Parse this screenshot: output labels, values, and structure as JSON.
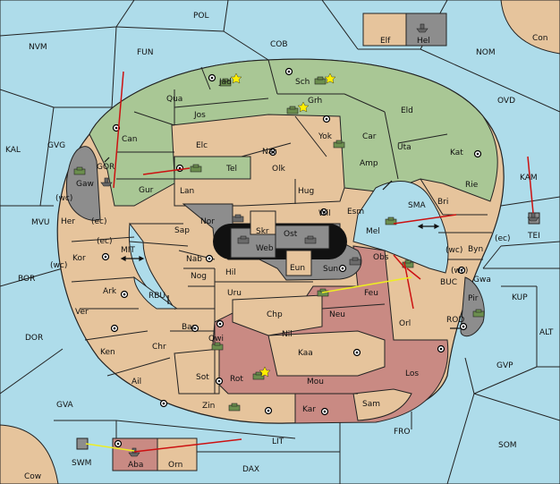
{
  "colors": {
    "sea": "#aedcea",
    "neutral": "#e6c49c",
    "green_power": "#a9c795",
    "red_power": "#c98a83",
    "gray_power": "#8d8d8d",
    "black": "#111111",
    "move_order": "#cc1111",
    "support_order": "#eeee22"
  },
  "unit_icons": {
    "army": "tank-icon",
    "fleet": "ship-icon",
    "dislodged": "star-icon"
  },
  "provinces": {
    "POL": "POL",
    "NVM": "NVM",
    "FUN": "FUN",
    "COB": "COB",
    "NOM": "NOM",
    "Con": "Con",
    "OVD": "OVD",
    "KAL": "KAL",
    "GVG": "GVG",
    "KAM": "KAM",
    "MVU": "MVU",
    "BOR": "BOR",
    "DOR": "DOR",
    "GVA": "GVA",
    "LIT": "LIT",
    "FRO": "FRO",
    "SOM": "SOM",
    "GVP": "GVP",
    "ALT": "ALT",
    "KUP": "KUP",
    "TEI": "TEI",
    "SWM": "SWM",
    "Cow": "Cow",
    "DAX": "DAX",
    "Elf": "Elf",
    "Hel": "Hel",
    "Jad": "Jad",
    "Sch": "Sch",
    "Qua": "Qua",
    "Jos": "Jos",
    "Grh": "Grh",
    "Eld": "Eld",
    "Can": "Can",
    "Elc": "Elc",
    "Nar": "Nar",
    "Yok": "Yok",
    "Car": "Car",
    "Uta": "Uta",
    "Kat": "Kat",
    "Amp": "Amp",
    "Olk": "Olk",
    "Tel": "Tel",
    "GOR": "GOR",
    "Gaw": "Gaw",
    "Gur": "Gur",
    "Lan": "Lan",
    "Hug": "Hug",
    "Rie": "Rie",
    "Bri": "Bri",
    "Esm": "Esm",
    "SMA": "SMA",
    "Wil": "Wil",
    "Nor": "Nor",
    "Skr": "Skr",
    "Ost": "Ost",
    "Web": "Web",
    "Mel": "Mel",
    "Her": "Her",
    "Sap": "Sap",
    "Byn": "Byn",
    "Kor": "Kor",
    "MIT": "MIT",
    "Nab": "Nab",
    "Eun": "Eun",
    "Obs": "Obs",
    "Sun": "Sun",
    "Hil": "Hil",
    "Nog": "Nog",
    "Gwa": "Gwa",
    "Ark": "Ark",
    "Uru": "Uru",
    "Feu": "Feu",
    "BUC": "BUC",
    "RBU": "RBU",
    "Pir": "Pir",
    "Ver": "Ver",
    "Chp": "Chp",
    "Neu": "Neu",
    "Orl": "Orl",
    "Bar": "Bar",
    "Nil": "Nil",
    "ROD": "ROD",
    "Qwi": "Qwi",
    "Ken": "Ken",
    "Chr": "Chr",
    "Kaa": "Kaa",
    "Los": "Los",
    "Ail": "Ail",
    "Rot": "Rot",
    "Sot": "Sot",
    "Mou": "Mou",
    "Zin": "Zin",
    "Kar": "Kar",
    "Sam": "Sam",
    "Aba": "Aba",
    "Orn": "Orn"
  },
  "coast_tags": {
    "wc": "(wc)",
    "ec": "(ec)"
  }
}
